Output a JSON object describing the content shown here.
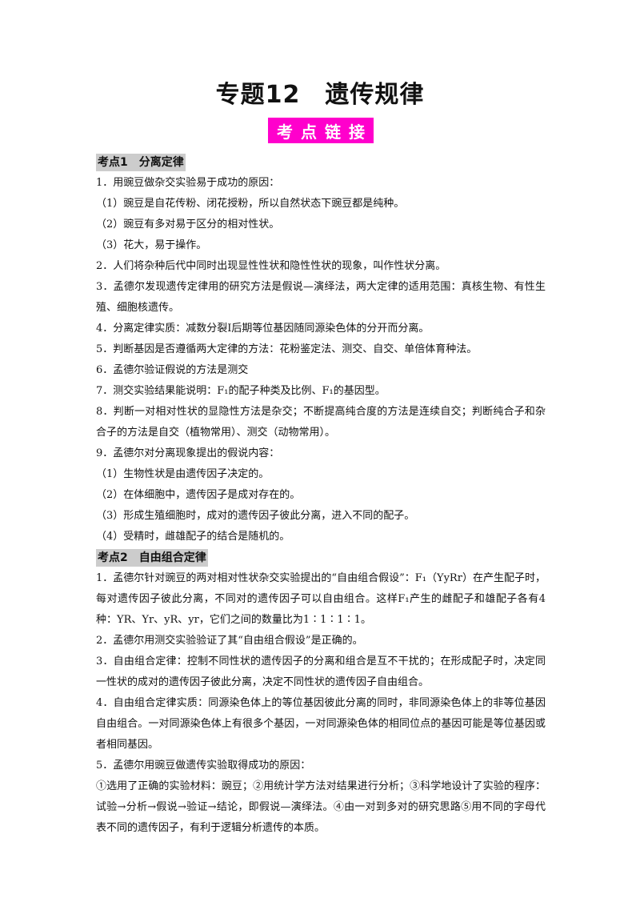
{
  "title": "专题12　遗传规律",
  "badge": "考点链接",
  "sections": [
    {
      "heading": "考点1　分离定律",
      "paragraphs": [
        "1．用豌豆做杂交实验易于成功的原因：",
        "（1）豌豆是自花传粉、闭花授粉，所以自然状态下豌豆都是纯种。",
        "（2）豌豆有多对易于区分的相对性状。",
        "（3）花大，易于操作。",
        "2．人们将杂种后代中同时出现显性性状和隐性性状的现象，叫作性状分离。",
        "3．孟德尔发现遗传定律用的研究方法是假说—演绎法，两大定律的适用范围：真核生物、有性生殖、细胞核遗传。",
        "4．分离定律实质：减数分裂Ⅰ后期等位基因随同源染色体的分开而分离。",
        "5．判断基因是否遵循两大定律的方法：花粉鉴定法、测交、自交、单倍体育种法。",
        "6．孟德尔验证假说的方法是测交",
        "7．测交实验结果能说明：F₁的配子种类及比例、F₁的基因型。",
        "8．判断一对相对性状的显隐性方法是杂交；不断提高纯合度的方法是连续自交；判断纯合子和杂合子的方法是自交（植物常用）、测交（动物常用）。",
        "9．孟德尔对分离现象提出的假说内容：",
        "（1）生物性状是由遗传因子决定的。",
        "（2）在体细胞中，遗传因子是成对存在的。",
        "（3）形成生殖细胞时，成对的遗传因子彼此分离，进入不同的配子。",
        "（4）受精时，雌雄配子的结合是随机的。"
      ]
    },
    {
      "heading": "考点2　自由组合定律",
      "paragraphs": [
        "1．孟德尔针对豌豆的两对相对性状杂交实验提出的“自由组合假设”：F₁（YyRr）在产生配子时，每对遗传因子彼此分离，不同对的遗传因子可以自由组合。这样F₁产生的雌配子和雄配子各有4种：YR、Yr、yR、yr，它们之间的数量比为1∶1∶1∶1。",
        "2．孟德尔用测交实验验证了其“自由组合假设”是正确的。",
        "3．自由组合定律：控制不同性状的遗传因子的分离和组合是互不干扰的；在形成配子时，决定同一性状的成对的遗传因子彼此分离，决定不同性状的遗传因子自由组合。",
        "4．自由组合定律实质：同源染色体上的等位基因彼此分离的同时，非同源染色体上的非等位基因自由组合。一对同源染色体上有很多个基因，一对同源染色体的相同位点的基因可能是等位基因或者相同基因。",
        "5．孟德尔用豌豆做遗传实验取得成功的原因：",
        "①选用了正确的实验材料：豌豆；②用统计学方法对结果进行分析；③科学地设计了实验的程序：试验→分析→假说→验证→结论，即假说—演绎法。④由一对到多对的研究思路⑤用不同的字母代表不同的遗传因子，有利于逻辑分析遗传的本质。"
      ]
    }
  ]
}
